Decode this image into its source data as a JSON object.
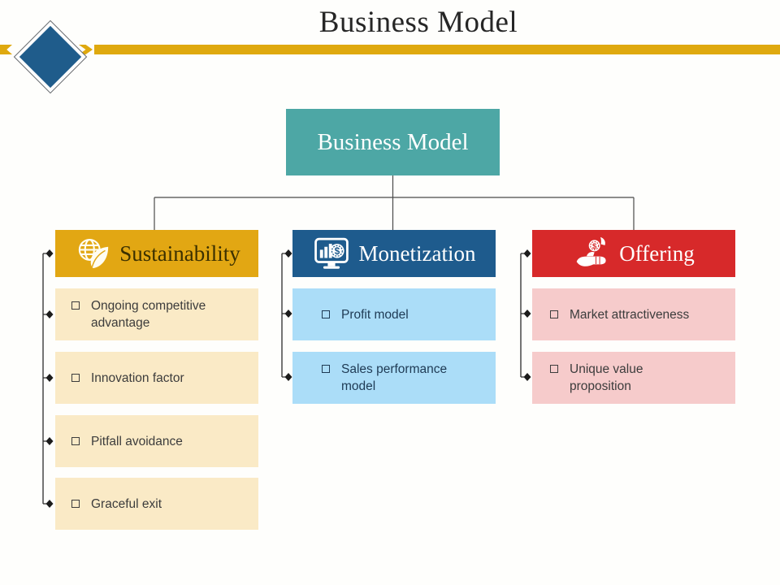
{
  "slide": {
    "title": "Business Model"
  },
  "tree": {
    "root_label": "Business Model"
  },
  "branches": [
    {
      "label": "Sustainability",
      "icon": "globe-leaf-icon",
      "colors": {
        "header": "#E2A713",
        "item_bg": "#FAEAC6",
        "label_text": "#3B3000"
      },
      "items": [
        "Ongoing competitive advantage",
        "Innovation factor",
        "Pitfall avoidance",
        "Graceful exit"
      ]
    },
    {
      "label": "Monetization",
      "icon": "monitor-chart-dollar-icon",
      "colors": {
        "header": "#1E5B8D",
        "item_bg": "#ABDDF8",
        "label_text": "#FFFFFF"
      },
      "items": [
        "Profit model",
        "Sales performance model"
      ]
    },
    {
      "label": "Offering",
      "icon": "hand-offering-icon",
      "colors": {
        "header": "#D7292A",
        "item_bg": "#F6CBCB",
        "label_text": "#FFFFFF"
      },
      "items": [
        "Market  attractiveness",
        "Unique value proposition"
      ]
    }
  ],
  "accent": {
    "band_color": "#DFA90F",
    "corner_diamond_color": "#1F5C8B",
    "root_node_color": "#4DA7A5",
    "connector_color": "#4A4A4A"
  }
}
